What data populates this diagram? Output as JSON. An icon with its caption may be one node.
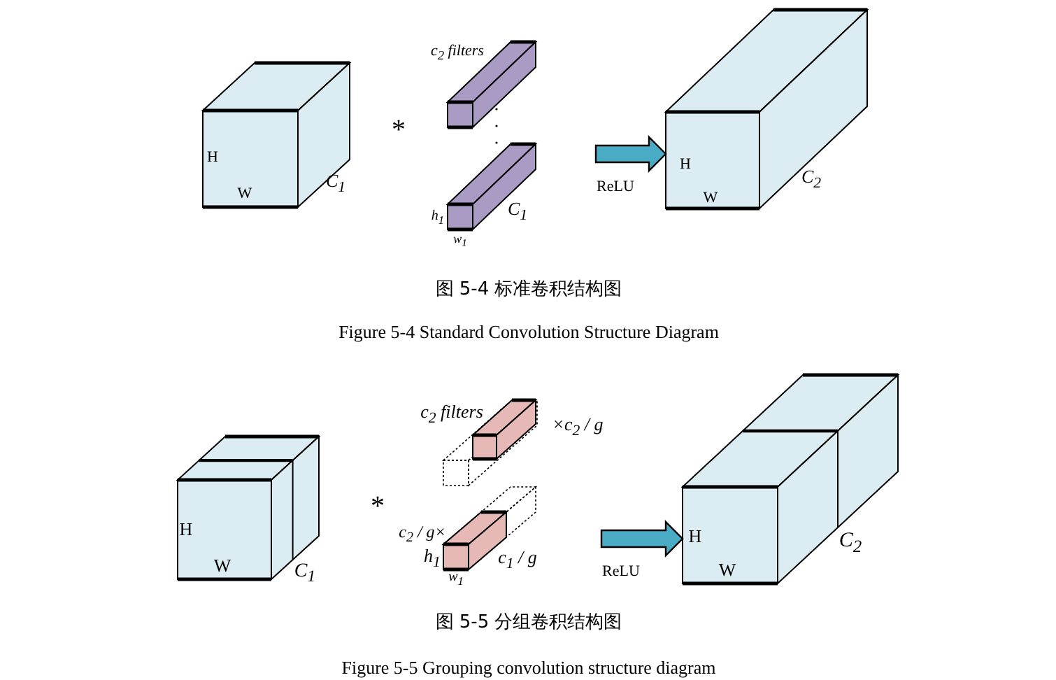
{
  "diagram": {
    "nodes": [
      {
        "text": [
          "H",
          "W",
          "C$_{1}$"
        ]
      },
      {
        "text": [],
        "shape": "box",
        "beside": [
          "c$_{2}$ filters"
        ]
      },
      {
        "text": [],
        "shape": "box",
        "beside": [
          "h$_{1}$",
          "w$_{1}$",
          "C$_{1}$"
        ]
      },
      {
        "text": [
          "H",
          "W"
        ],
        "beside": [
          "C$_{2}$"
        ]
      },
      {
        "text": [
          "H",
          "W",
          "C$_{1}$"
        ]
      },
      {
        "text": [],
        "shape": "box",
        "beside": [
          "c$_{2}$ filters",
          "×c$_{2}$ / g"
        ]
      },
      {
        "text": [],
        "shape": "box",
        "beside": [
          "c$_{2}$ / g×",
          "h$_{1}$",
          "w$_{1}$",
          "c$_{1}$ / g"
        ]
      },
      {
        "text": [
          "H",
          "W"
        ],
        "beside": [
          "C$_{2}$"
        ]
      }
    ],
    "edges": [
      {
        "from": null,
        "to": 3,
        "arrow": "to",
        "label": "ReLU"
      },
      {
        "from": null,
        "to": 7,
        "arrow": "to",
        "label": "ReLU"
      }
    ],
    "labels": [
      "*",
      "图 5-4 标准卷积结构图",
      "Figure 5-4 Standard Convolution Structure Diagram",
      "*",
      "图 5-5 分组卷积结构图",
      "Figure 5-5 Grouping convolution structure diagram"
    ]
  }
}
